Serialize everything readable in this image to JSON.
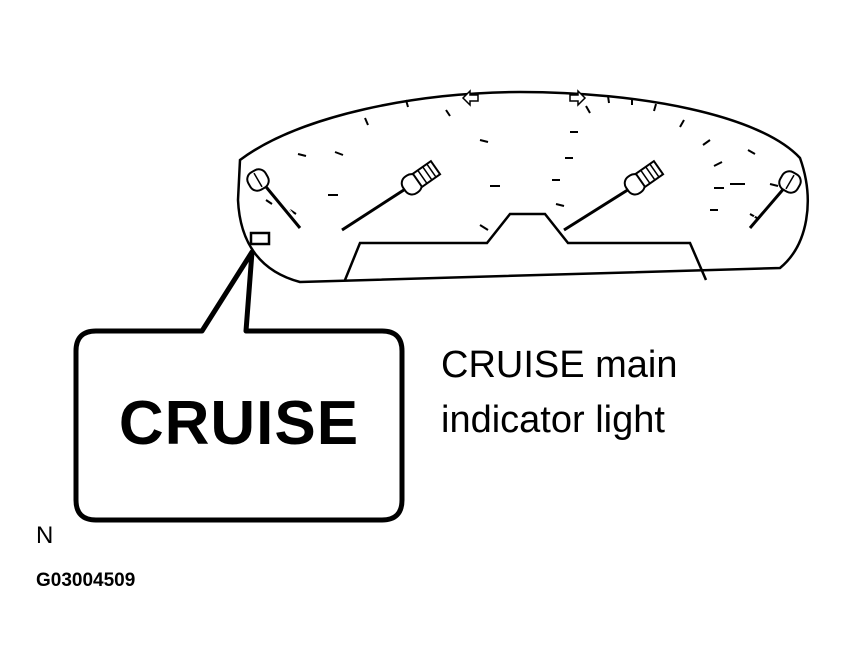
{
  "callout": {
    "label": "CRUISE"
  },
  "description": {
    "line1": "CRUISE main",
    "line2": "indicator light"
  },
  "note": {
    "marker": "N"
  },
  "figure": {
    "code": "G03004509"
  }
}
